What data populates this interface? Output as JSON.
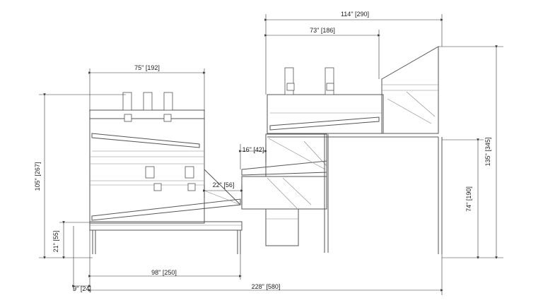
{
  "dimensions": {
    "d75": "75\" [192]",
    "d114": "114\" [290]",
    "d73": "73\" [186]",
    "d105": "105\" [267]",
    "d135": "135\" [345]",
    "d16": "16\" [42]",
    "d22": "22\" [56]",
    "d74": "74\" [190]",
    "d21": "21\" [55]",
    "d98": "98\" [250]",
    "d9": "9\" [24]",
    "d228": "228\" [580]"
  }
}
